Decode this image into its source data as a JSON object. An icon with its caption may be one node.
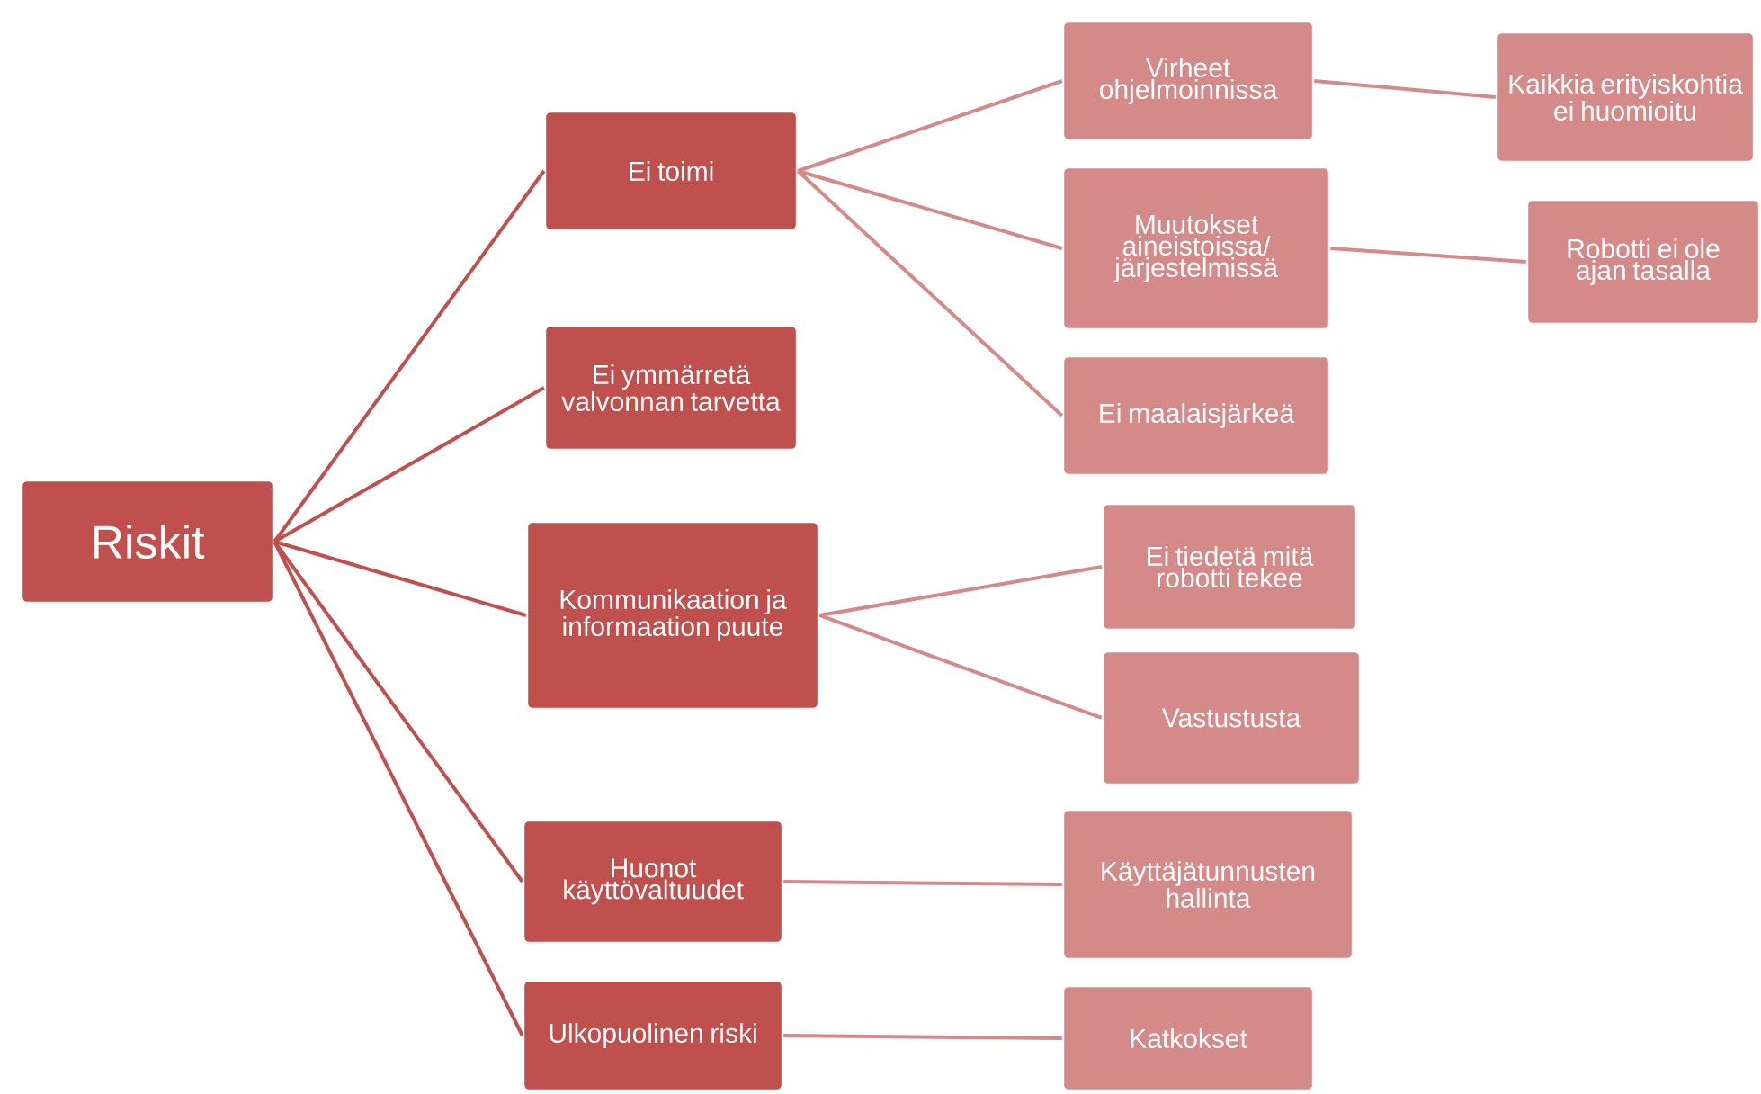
{
  "diagram": {
    "nodes": [
      {
        "text": [
          "Riskit"
        ]
      },
      {
        "text": [
          "Ei toimi"
        ]
      },
      {
        "text": [
          "Ei ymmärretä valvonnan tarvetta"
        ]
      },
      {
        "text": [
          "Kommunikaation ja informaation puute"
        ]
      },
      {
        "text": [
          "Huonot käyttövaltuudet"
        ]
      },
      {
        "text": [
          "Ulkopuolinen riski"
        ]
      },
      {
        "text": [
          "Virheet ohjelmoinnissa"
        ]
      },
      {
        "text": [
          "Kaikkia erityiskohtia ei huomioitu"
        ]
      },
      {
        "text": [
          "Muutokset aineistoissa/ järjestelmissä"
        ]
      },
      {
        "text": [
          "Robotti ei ole ajan tasalla"
        ]
      },
      {
        "text": [
          "Ei maalaisjärkeä"
        ]
      },
      {
        "text": [
          "Ei tiedetä mitä robotti tekee"
        ]
      },
      {
        "text": [
          "Vastustusta"
        ]
      },
      {
        "text": [
          "Käyttäjätunnusten hallinta"
        ]
      },
      {
        "text": [
          "Katkokset"
        ]
      }
    ],
    "edges": [
      {
        "from": 0,
        "to": 1,
        "arrow": "none",
        "color": "#c0504d"
      },
      {
        "from": 0,
        "to": 2,
        "arrow": "none",
        "color": "#c0504d"
      },
      {
        "from": 0,
        "to": 3,
        "arrow": "none",
        "color": "#c0504d"
      },
      {
        "from": 0,
        "to": 4,
        "arrow": "none",
        "color": "#c0504d"
      },
      {
        "from": 0,
        "to": 5,
        "arrow": "none",
        "color": "#c0504d"
      },
      {
        "from": 1,
        "to": 6,
        "arrow": "none"
      },
      {
        "from": 1,
        "to": 8,
        "arrow": "none"
      },
      {
        "from": 1,
        "to": 10,
        "arrow": "none"
      },
      {
        "from": 6,
        "to": 7,
        "arrow": "none"
      },
      {
        "from": 8,
        "to": 9,
        "arrow": "none"
      },
      {
        "from": 3,
        "to": 11,
        "arrow": "none"
      },
      {
        "from": 3,
        "to": 12,
        "arrow": "none"
      },
      {
        "from": 4,
        "to": 13,
        "arrow": "none"
      },
      {
        "from": 5,
        "to": 14,
        "arrow": "none"
      }
    ]
  }
}
